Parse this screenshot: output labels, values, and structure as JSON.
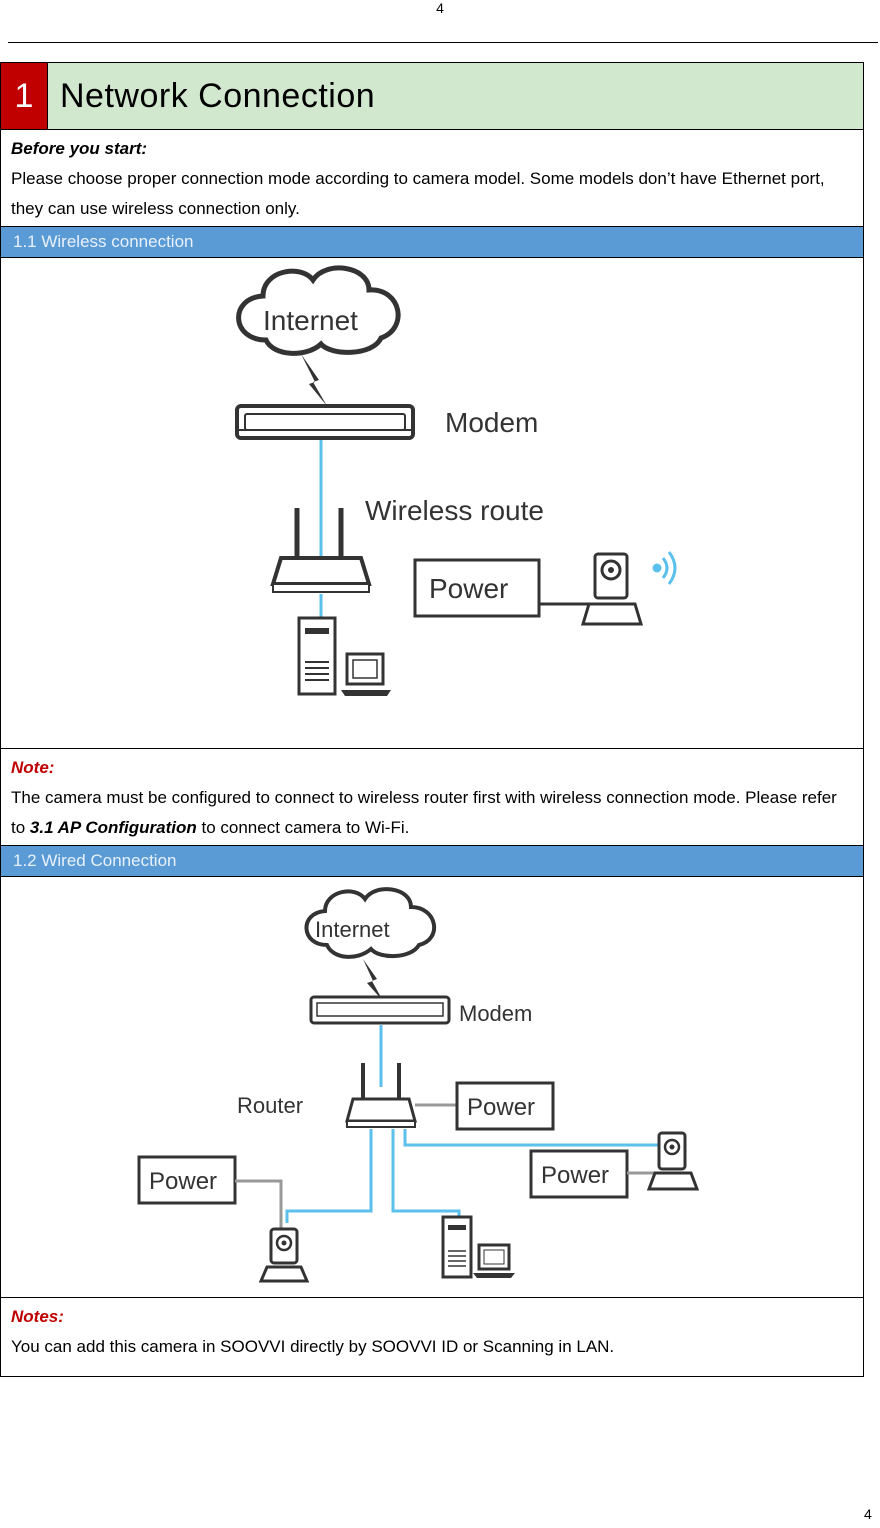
{
  "page": {
    "number_top": "4",
    "number_bottom": "4"
  },
  "section": {
    "number": "1",
    "title": "Network Connection"
  },
  "before_start": {
    "lead": "Before you start:",
    "text": "Please choose proper connection mode according to camera model. Some models don’t have Ethernet port, they can use wireless connection only."
  },
  "wireless": {
    "heading": "1.1 Wireless connection",
    "labels": {
      "internet": "Internet",
      "modem": "Modem",
      "router": "Wireless route",
      "power": "Power"
    }
  },
  "note": {
    "lead": "Note:",
    "text_before": "The camera must be configured to connect to wireless router first with wireless connection mode. Please refer to ",
    "ref": "3.1 AP Configuration",
    "text_after": " to connect camera to Wi-Fi."
  },
  "wired": {
    "heading": "1.2 Wired Connection",
    "labels": {
      "internet": "Internet",
      "modem": "Modem",
      "router": "Router",
      "power_1": "Power",
      "power_2": "Power",
      "power_3": "Power"
    }
  },
  "notes": {
    "lead": "Notes:",
    "text": "You can add this camera in SOOVVI directly by SOOVVI ID or Scanning in LAN."
  },
  "colors": {
    "title_badge": "#c00000",
    "title_bg": "#d1e8cf",
    "section_bar": "#5b9bd5",
    "cable": "#5bc0eb"
  }
}
